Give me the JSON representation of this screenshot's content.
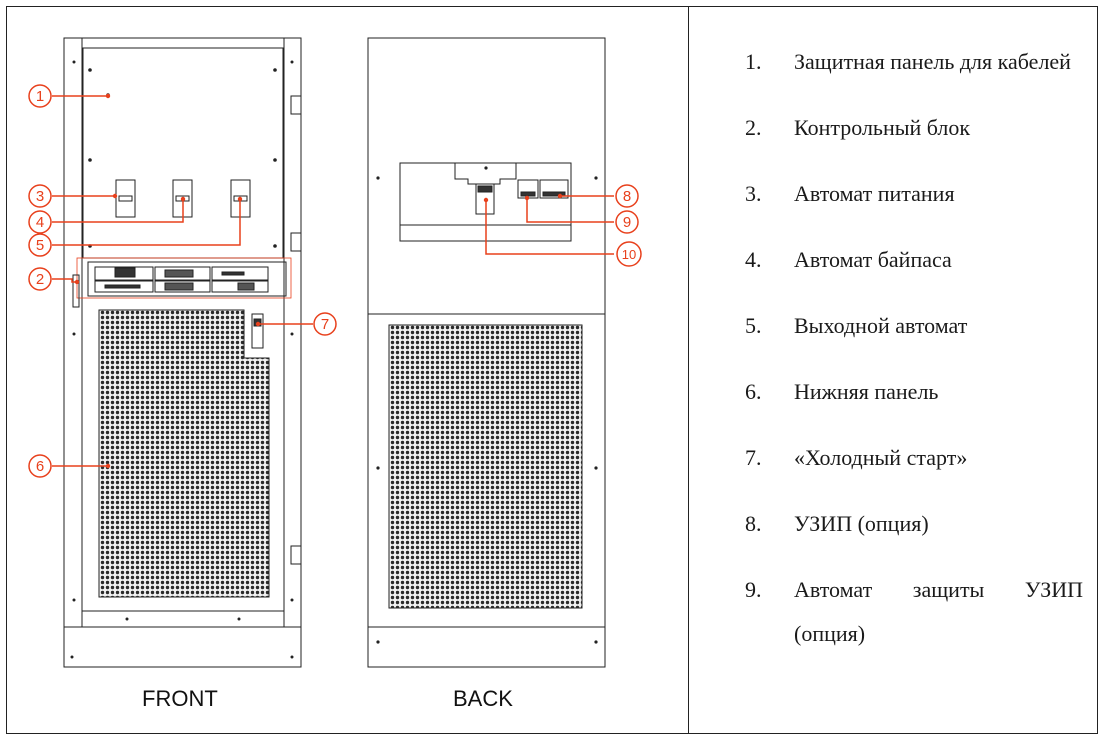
{
  "captions": {
    "front": "FRONT",
    "back": "BACK"
  },
  "callouts": [
    "1",
    "2",
    "3",
    "4",
    "5",
    "6",
    "7",
    "8",
    "9",
    "10"
  ],
  "legend": [
    {
      "num": "1.",
      "text": "Защитная панель для кабелей"
    },
    {
      "num": "2.",
      "text": "Контрольный блок"
    },
    {
      "num": "3.",
      "text": "Автомат питания"
    },
    {
      "num": "4.",
      "text": "Автомат байпаса"
    },
    {
      "num": "5.",
      "text": "Выходной автомат"
    },
    {
      "num": "6.",
      "text": "Нижняя панель"
    },
    {
      "num": "7.",
      "text": "«Холодный старт»"
    },
    {
      "num": "8.",
      "text": "УЗИП (опция)"
    },
    {
      "num": "9.",
      "text": "Автомат защиты УЗИП (опция)"
    }
  ],
  "colors": {
    "callout": "#e8401c",
    "line": "#222222"
  }
}
